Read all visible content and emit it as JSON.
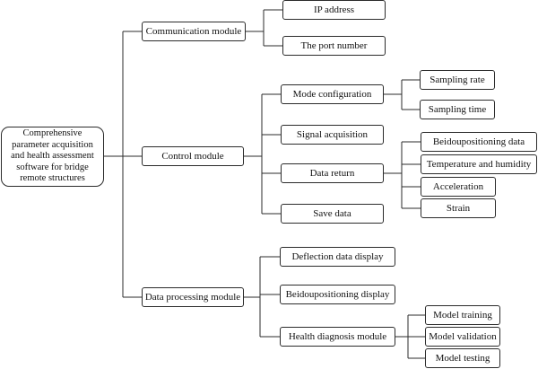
{
  "diagram": {
    "root": {
      "label": "Comprehensive parameter acquisition and health assessment software for bridge remote structures"
    },
    "modules": [
      {
        "label": "Communication module",
        "children": [
          {
            "label": "IP address"
          },
          {
            "label": "The port number"
          }
        ]
      },
      {
        "label": "Control module",
        "children": [
          {
            "label": "Mode configuration",
            "children": [
              {
                "label": "Sampling rate"
              },
              {
                "label": "Sampling time"
              }
            ]
          },
          {
            "label": "Signal acquisition"
          },
          {
            "label": "Data return",
            "children": [
              {
                "label": "Beidoupositioning data"
              },
              {
                "label": "Temperature and humidity"
              },
              {
                "label": "Acceleration"
              },
              {
                "label": "Strain"
              }
            ]
          },
          {
            "label": "Save data"
          }
        ]
      },
      {
        "label": "Data processing module",
        "children": [
          {
            "label": "Deflection data display"
          },
          {
            "label": "Beidoupositioning display"
          },
          {
            "label": "Health diagnosis module",
            "children": [
              {
                "label": "Model training"
              },
              {
                "label": "Model validation"
              },
              {
                "label": "Model testing"
              }
            ]
          }
        ]
      }
    ]
  }
}
